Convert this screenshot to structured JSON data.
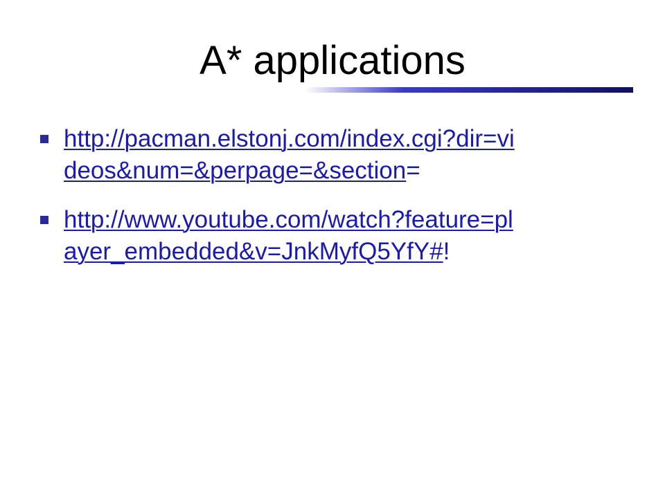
{
  "slide": {
    "title": "A* applications",
    "bullets": [
      {
        "link_line1": "http://pacman.elstonj.com/index.cgi?dir=vi",
        "link_line2": "deos&num=&perpage=&section",
        "suffix": "="
      },
      {
        "link_line1": "http://www.youtube.com/watch?feature=pl",
        "link_line2": "ayer_embedded&v=JnkMyfQ5YfY#",
        "suffix": "!"
      }
    ]
  },
  "colors": {
    "link": "#1a1ab0",
    "bullet": "#2a2a99",
    "rule_end": "#101060"
  },
  "icons": {
    "bullet": "square-bullet-icon"
  }
}
